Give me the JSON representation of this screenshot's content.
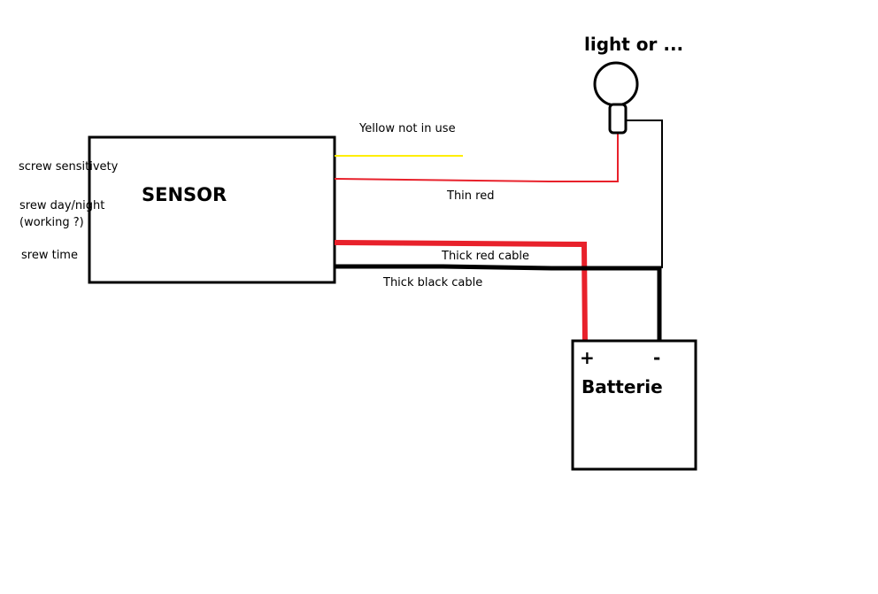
{
  "labels": {
    "sensor": "SENSOR",
    "light": "light or ...",
    "battery": "Batterie",
    "battery_plus": "+",
    "battery_minus": "-",
    "yellow_wire": "Yellow not in use",
    "thin_red_wire": "Thin red",
    "thick_red_wire": "Thick red cable",
    "thick_black_wire": "Thick black cable",
    "screw_sensitivity": "screw sensitivety",
    "screw_daynight_line1": "srew day/night",
    "screw_daynight_line2": "(working ?)",
    "screw_time": "srew time"
  },
  "colors": {
    "yellow_wire": "#ffee00",
    "red_wire": "#e8212b",
    "black_wire": "#000000",
    "background": "#ffffff"
  }
}
